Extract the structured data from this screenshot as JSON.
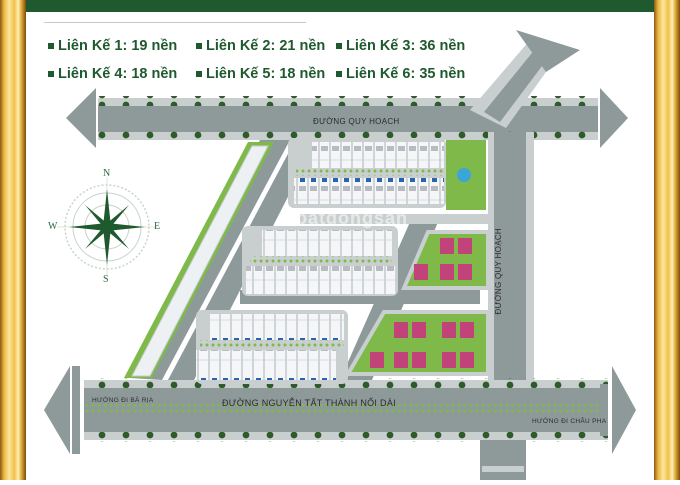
{
  "legend": {
    "items": [
      {
        "label": "Liên Kế 1: 19 nền"
      },
      {
        "label": "Liên Kế 2: 21 nền"
      },
      {
        "label": "Liên Kế 3: 36 nền"
      },
      {
        "label": "Liên Kế 4: 18 nền"
      },
      {
        "label": "Liên Kế 5: 18 nền"
      },
      {
        "label": "Liên Kế 6: 35 nền"
      }
    ]
  },
  "roads": {
    "top": "ĐƯỜNG QUY HOẠCH",
    "right_vertical": "ĐƯỜNG QUY HOẠCH",
    "bottom": "ĐƯỜNG NGUYỄN TẤT THÀNH NỐI DÀI",
    "bottom_left_direction": "HƯỚNG ĐI BÀ RỊA",
    "bottom_right_direction": "HƯỚNG ĐI CHÂU PHA"
  },
  "compass": {
    "n": "N",
    "s": "S",
    "e": "E",
    "w": "W"
  },
  "watermark": "batdongsan",
  "colors": {
    "brand_green": "#1f5a2e",
    "road": "#8e9a9a",
    "sidewalk": "#c9cfcf",
    "grass": "#7fb94a",
    "villa_roof": "#c2437a",
    "pool": "#3aa6d8",
    "frame_gold": "#e7b43f"
  }
}
